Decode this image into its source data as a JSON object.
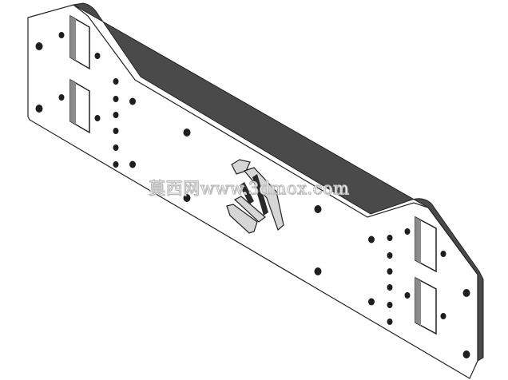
{
  "watermark": {
    "text": "莫西网www.3dmox.com"
  },
  "colors": {
    "background": "#ffffff",
    "plate_face": "#ffffff",
    "plate_outline": "#222222",
    "plate_edge": "#4a4a4a",
    "hole_fill": "#1e1e1e",
    "slot_wall": "#8c8c8c",
    "tab_fill": "#d6d6d6"
  },
  "icons": {
    "watermark": "text-watermark",
    "part": "isometric-sheet-metal-bracket"
  }
}
